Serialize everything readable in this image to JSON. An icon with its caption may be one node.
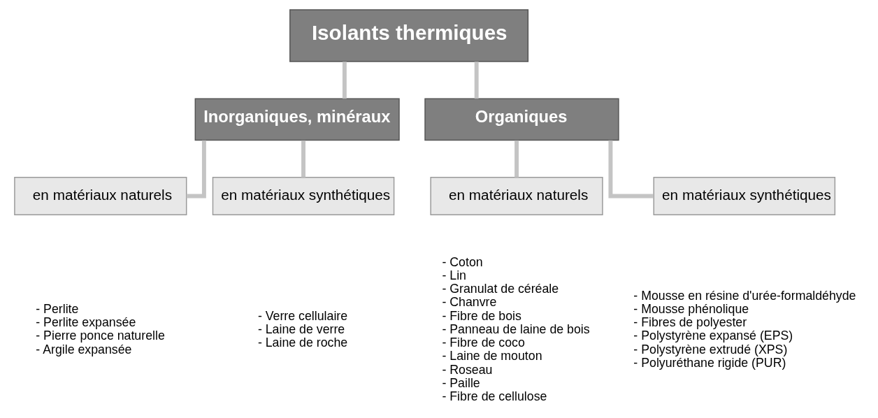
{
  "diagram": {
    "nodes": [
      {
        "text": [
          "Isolants thermiques"
        ]
      },
      {
        "text": [
          "Inorganiques, minéraux"
        ]
      },
      {
        "text": [
          "Organiques"
        ]
      },
      {
        "text": [
          "en matériaux naturels"
        ],
        "beside": [
          "- Perlite",
          "- Perlite expansée",
          "- Pierre ponce naturelle",
          "- Argile expansée"
        ]
      },
      {
        "text": [
          "en matériaux synthétiques"
        ],
        "beside": [
          "- Verre cellulaire",
          "- Laine de verre",
          "- Laine de roche"
        ]
      },
      {
        "text": [
          "en matériaux naturels"
        ],
        "beside": [
          "- Coton",
          "- Lin",
          "- Granulat de céréale",
          "- Chanvre",
          "- Fibre de bois",
          "- Panneau de laine de bois",
          "- Fibre de coco",
          "- Laine de mouton",
          "- Roseau",
          "- Paille",
          "- Fibre de cellulose"
        ]
      },
      {
        "text": [
          "en matériaux synthétiques"
        ],
        "beside": [
          "- Mousse en résine d'urée-formaldéhyde",
          "- Mousse phénolique",
          "- Fibres de polyester",
          "- Polystyrène expansé (EPS)",
          "- Polystyrène extrudé (XPS)",
          "- Polyuréthane rigide (PUR)"
        ]
      }
    ],
    "edges": [
      {
        "from": 0,
        "to": 1,
        "arrow": "none"
      },
      {
        "from": 0,
        "to": 2,
        "arrow": "none"
      },
      {
        "from": 1,
        "to": 3,
        "arrow": "none"
      },
      {
        "from": 1,
        "to": 4,
        "arrow": "none"
      },
      {
        "from": 2,
        "to": 5,
        "arrow": "none"
      },
      {
        "from": 2,
        "to": 6,
        "arrow": "none"
      }
    ]
  }
}
